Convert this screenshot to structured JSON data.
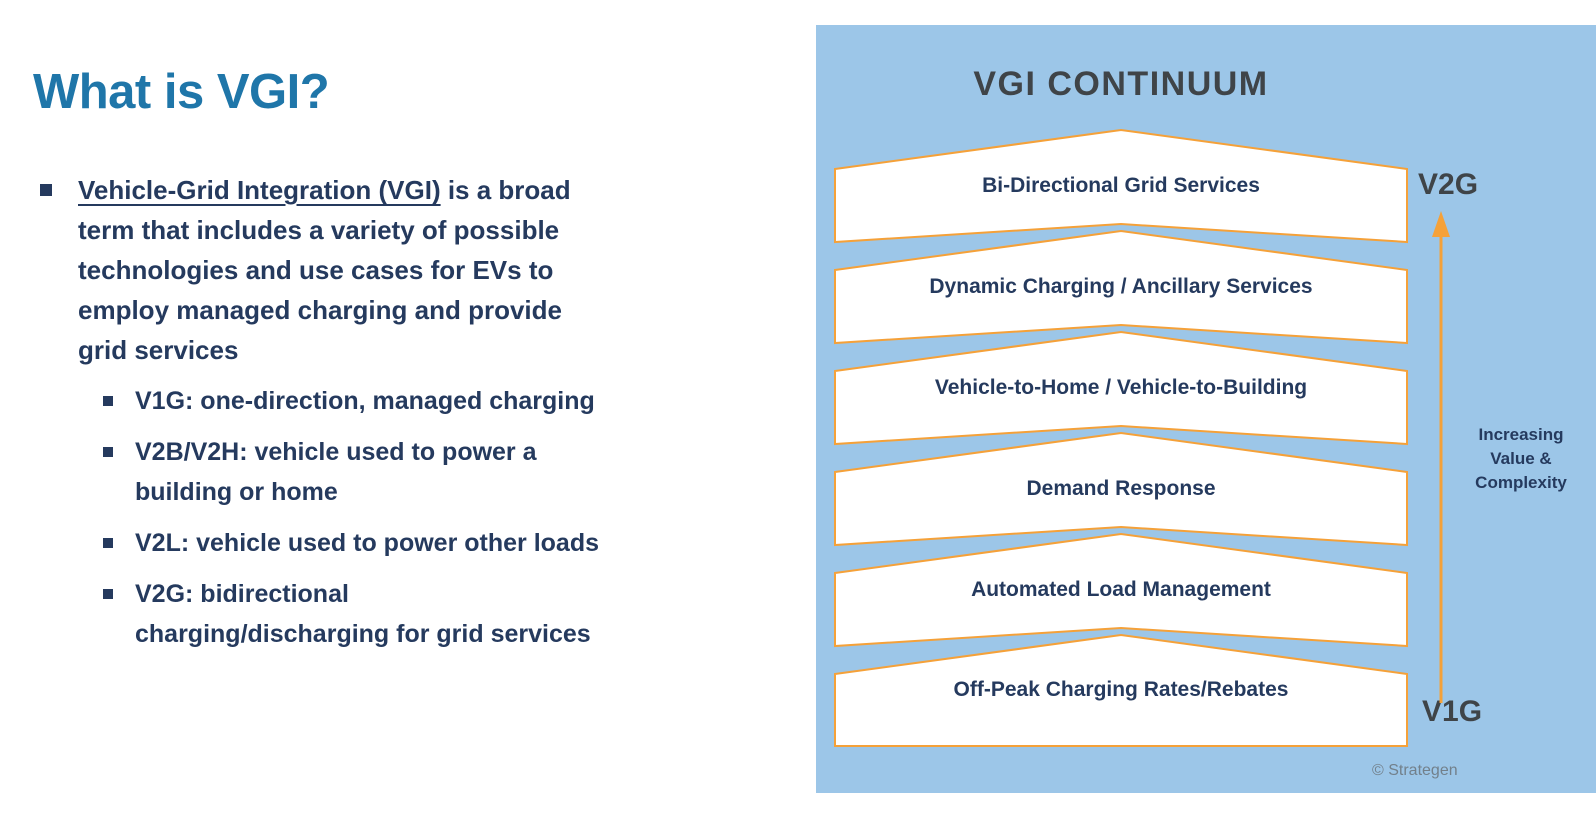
{
  "slide": {
    "title": "What is VGI?"
  },
  "bullets": {
    "main": {
      "underlined": "Vehicle-Grid Integration (VGI)",
      "line1_rest": " is a broad",
      "line2": "term that includes a variety of possible",
      "line3": "technologies and use cases for EVs to",
      "line4": "employ managed charging and provide",
      "line5": "grid services"
    },
    "sub": [
      {
        "lines": [
          "V1G: one-direction, managed charging"
        ]
      },
      {
        "lines": [
          "V2B/V2H: vehicle used to power a",
          "building or home"
        ]
      },
      {
        "lines": [
          "V2L: vehicle used to power other loads"
        ]
      },
      {
        "lines": [
          "V2G: bidirectional",
          "charging/discharging for grid services"
        ]
      }
    ]
  },
  "continuum": {
    "title": "VGI CONTINUUM",
    "levels": [
      "Bi-Directional Grid Services",
      "Dynamic Charging / Ancillary Services",
      "Vehicle-to-Home / Vehicle-to-Building",
      "Demand Response",
      "Automated Load Management",
      "Off-Peak Charging Rates/Rebates"
    ],
    "top_label": "V2G",
    "bottom_label": "V1G",
    "arrow_caption_line1": "Increasing",
    "arrow_caption_line2": "Value &",
    "arrow_caption_line3": "Complexity",
    "credit": "© Strategen"
  },
  "colors": {
    "panel_blue": "#9CC6E8",
    "accent_orange": "#F5A139",
    "text_navy": "#253A5E",
    "title_blue": "#1F76A9",
    "heading_charcoal": "#3F4448",
    "credit_gray": "#72808B"
  }
}
